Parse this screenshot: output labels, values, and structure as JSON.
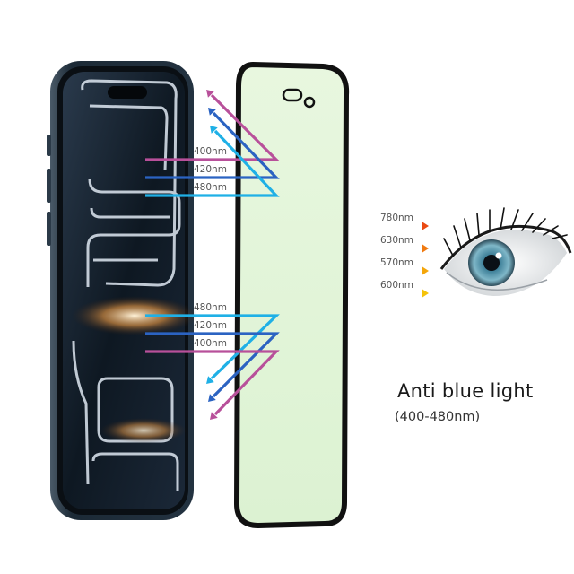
{
  "title": "Anti blue light",
  "subtitle": "(400-480nm)",
  "reflected_top": [
    {
      "label": "400nm",
      "color": "#b8509a"
    },
    {
      "label": "420nm",
      "color": "#2b63c2"
    },
    {
      "label": "480nm",
      "color": "#1fb0e6"
    }
  ],
  "reflected_bottom": [
    {
      "label": "480nm",
      "color": "#1fb0e6"
    },
    {
      "label": "420nm",
      "color": "#2b63c2"
    },
    {
      "label": "400nm",
      "color": "#b8509a"
    }
  ],
  "transmitted": [
    {
      "label": "780nm",
      "color": "#ea4a12"
    },
    {
      "label": "630nm",
      "color": "#f07a10"
    },
    {
      "label": "570nm",
      "color": "#f4a60a"
    },
    {
      "label": "600nm",
      "color": "#f5c30a"
    }
  ],
  "colors": {
    "filter_tint": "#e6f5de",
    "filter_border": "#111111",
    "phone_frame": "#1c2a36"
  },
  "icons": [
    "phone-illustration",
    "screen-protector-film",
    "eye-illustration",
    "arrow-icon"
  ]
}
